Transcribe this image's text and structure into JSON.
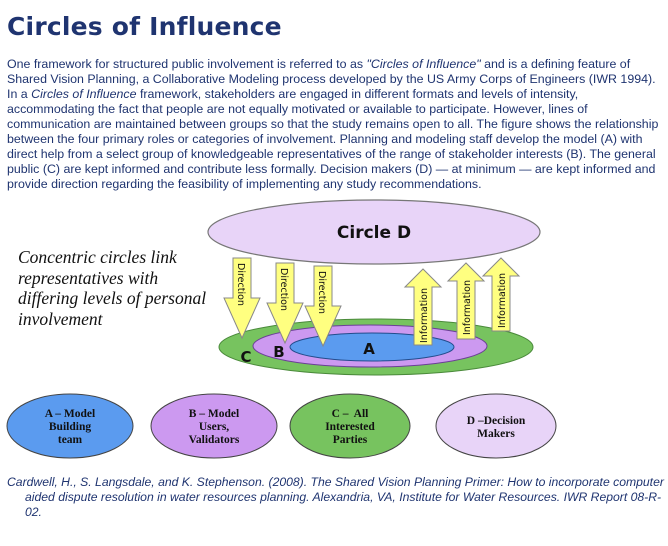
{
  "page": {
    "title": "Circles of Influence",
    "intro": {
      "p1": "One framework for structured public involvement is referred to as ",
      "em1": "\"Circles of Influence\"",
      "p2": " and is a defining feature of Shared Vision Planning, a Collaborative Modeling process developed by the US Army Corps of Engineers (IWR 1994). In a ",
      "em2": "Circles of Influence",
      "p3": " framework, stakeholders are engaged in different formats and levels of intensity, accommodating the fact that people are not equally motivated or available to participate. However, lines of communication are maintained between groups so that the study remains open to all. The figure shows the relationship between the four primary roles or categories of involvement. Planning and modeling staff develop the model (A) with direct help from a select group of knowledgeable representatives of the range of stakeholder interests (B). The general public (C) are kept informed and contribute less formally. Decision makers (D) — at minimum — are kept informed and provide direction regarding the feasibility of implementing any study recommendations."
    },
    "side_note": "Concentric circles link representatives with differing levels of personal involvement",
    "citation": "Cardwell, H., S. Langsdale, and K. Stephenson. (2008). The Shared Vision Planning Primer: How to incorporate computer aided dispute resolution in water resources planning. Alexandria, VA, Institute for Water Resources. IWR Report 08-R-02."
  },
  "diagram": {
    "circle_d_label": "Circle D",
    "ring_labels": {
      "c": "C",
      "b": "B",
      "a": "A"
    },
    "down_arrow_label": "Direction",
    "up_arrow_label": "Information",
    "colors": {
      "circle_d": "#e8d4f8",
      "ring_c": "#77c35f",
      "ring_b": "#cc99f0",
      "ring_a": "#5b9bef",
      "arrow": "#ffff80",
      "text_blue": "#1f3470"
    },
    "legend": [
      {
        "key": "a",
        "line1": "A – Model",
        "line2": "Building",
        "line3": "team",
        "color": "#5b9bef"
      },
      {
        "key": "b",
        "line1": "B – Model",
        "line2": "Users,",
        "line3": "Validators",
        "color": "#cc99f0"
      },
      {
        "key": "c",
        "line1": "C –  All",
        "line2": "Interested",
        "line3": "Parties",
        "color": "#77c35f"
      },
      {
        "key": "d",
        "line1": "D –Decision",
        "line2": "Makers",
        "line3": "",
        "color": "#e8d4f8"
      }
    ]
  }
}
